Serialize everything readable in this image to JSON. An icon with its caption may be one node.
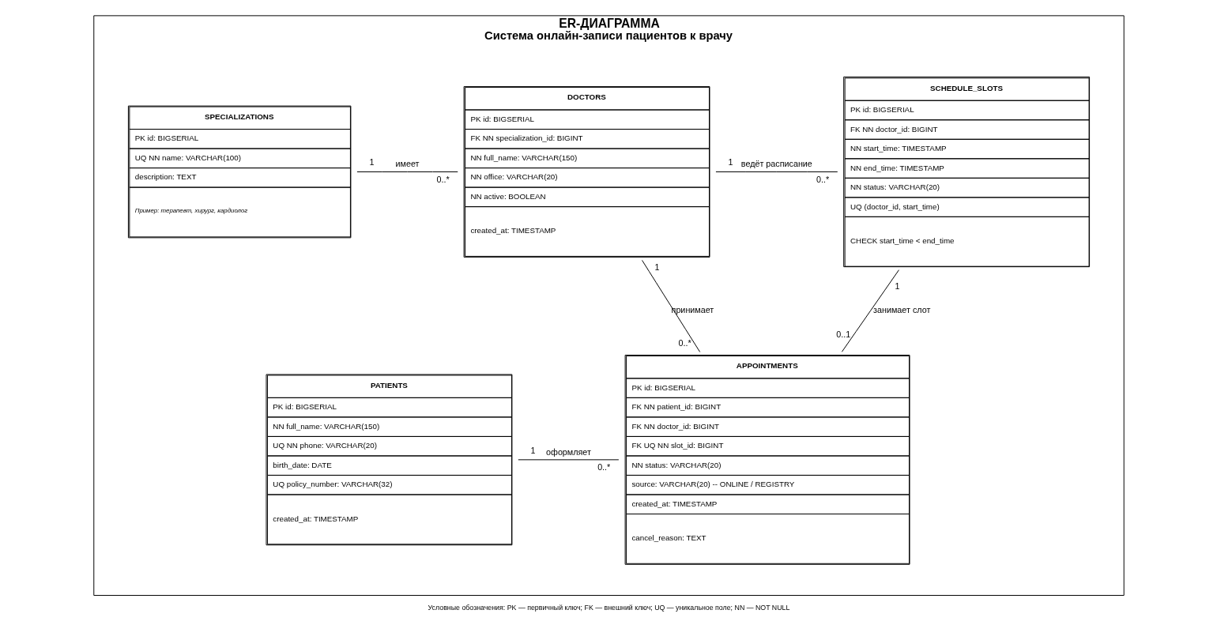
{
  "diagram": {
    "caption": "Условные обозначения: PK — первичный ключ; FK — внешний ключ; UQ — уникальное поле; NN — NOT NULL",
    "nodes": [
      {
        "text": [
          "ER-ДИАГРАММА",
          "Система онлайн-записи пациентов к врачу"
        ]
      },
      {
        "text": [
          "SPECIALIZATIONS",
          "PK id: BIGSERIAL",
          "UQ NN name: VARCHAR(100)",
          "description: TEXT",
          "Пример: терапевт, хирург, кардиолог"
        ],
        "in": 0
      },
      {
        "text": [
          "DOCTORS",
          "PK id: BIGSERIAL",
          "FK NN specialization_id: BIGINT",
          "NN full_name: VARCHAR(150)",
          "NN office: VARCHAR(20)",
          "NN active: BOOLEAN",
          "created_at: TIMESTAMP"
        ],
        "in": 0
      },
      {
        "text": [
          "SCHEDULE_SLOTS",
          "PK id: BIGSERIAL",
          "FK NN doctor_id: BIGINT",
          "NN start_time: TIMESTAMP",
          "NN end_time: TIMESTAMP",
          "NN status: VARCHAR(20)",
          "UQ (doctor_id, start_time)",
          "CHECK start_time < end_time"
        ],
        "in": 0
      },
      {
        "text": [
          "PATIENTS",
          "PK id: BIGSERIAL",
          "NN full_name: VARCHAR(150)",
          "UQ NN phone: VARCHAR(20)",
          "birth_date: DATE",
          "UQ policy_number: VARCHAR(32)",
          "created_at: TIMESTAMP"
        ],
        "in": 0
      },
      {
        "text": [
          "APPOINTMENTS",
          "PK id: BIGSERIAL",
          "FK NN patient_id: BIGINT",
          "FK NN doctor_id: BIGINT",
          "FK UQ NN slot_id: BIGINT",
          "NN status: VARCHAR(20)",
          "source: VARCHAR(20) -- ONLINE / REGISTRY",
          "created_at: TIMESTAMP",
          "cancel_reason: TEXT"
        ],
        "in": 0
      }
    ],
    "edges": [
      {
        "from": 1,
        "to": 2,
        "arrow": "none",
        "label": "имеет"
      },
      {
        "from": 2,
        "to": 3,
        "arrow": "none",
        "label": "ведёт расписание"
      },
      {
        "from": 2,
        "to": 5,
        "arrow": "none",
        "label": "принимает"
      },
      {
        "from": 3,
        "to": 5,
        "arrow": "none",
        "label": "занимает слот"
      },
      {
        "from": 4,
        "to": 5,
        "arrow": "none",
        "label": "оформляет"
      }
    ],
    "labels": [
      "1",
      "0..*",
      "1",
      "0..*",
      "1",
      "0..*",
      "1",
      "0..1",
      "1",
      "0..*"
    ]
  }
}
